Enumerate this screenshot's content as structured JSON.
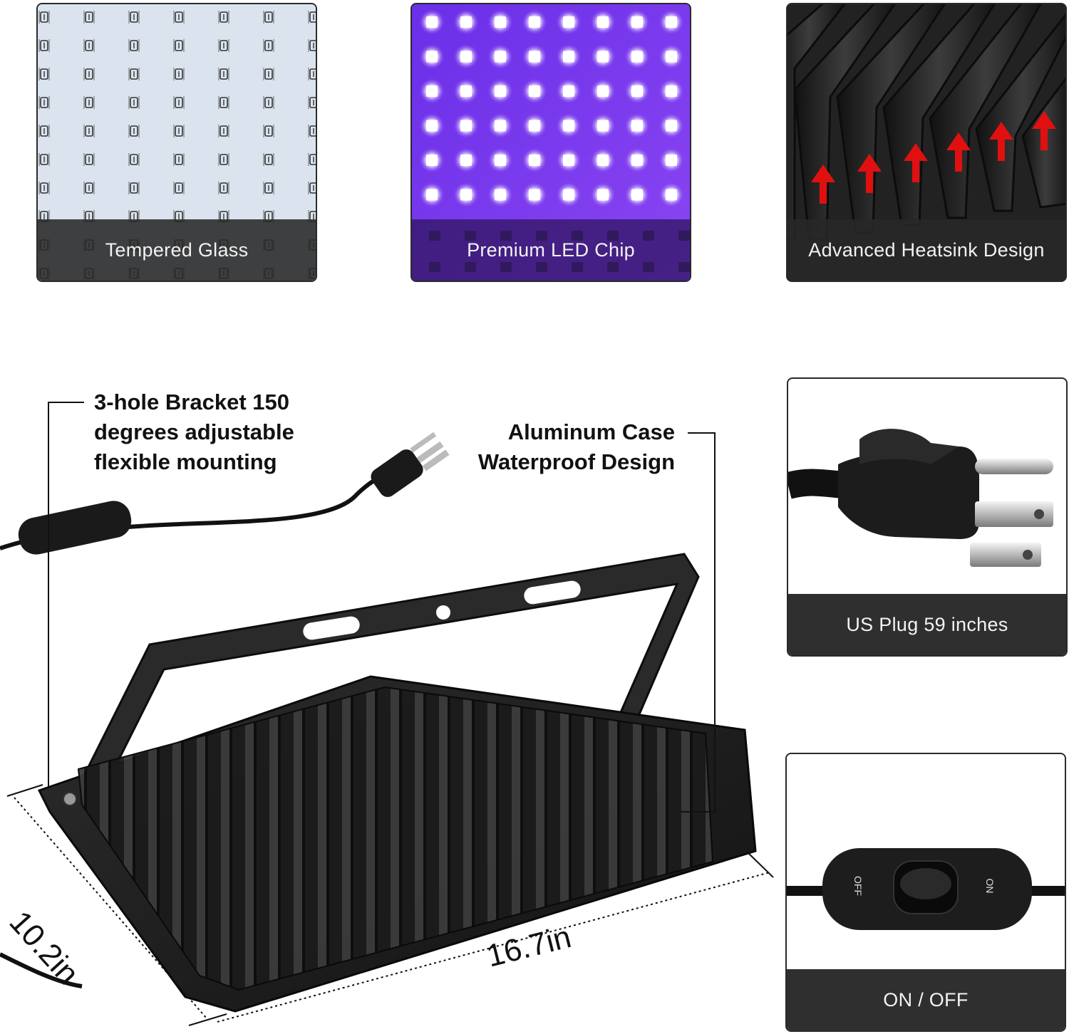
{
  "features": [
    {
      "label": "Tempered Glass"
    },
    {
      "label": "Premium LED Chip"
    },
    {
      "label": "Advanced Heatsink Design"
    }
  ],
  "side_panels": [
    {
      "label": "US Plug 59 inches",
      "icon": "plug-icon"
    },
    {
      "label": "ON / OFF",
      "icon": "switch-icon",
      "off_text": "OFF",
      "on_text": "ON"
    }
  ],
  "callouts": {
    "bracket": [
      "3-hole Bracket 150",
      "degrees adjustable",
      "flexible mounting"
    ],
    "case": [
      "Aluminum Case",
      "Waterproof Design"
    ]
  },
  "dimensions": {
    "width": "16.7in",
    "depth": "10.2in"
  },
  "colors": {
    "uv_purple": "#7b3df0",
    "glass": "#dbe4ee",
    "heatsink": "#1d1d1d",
    "arrow": "#e01010",
    "caption_bg": "#2f2f2f"
  }
}
